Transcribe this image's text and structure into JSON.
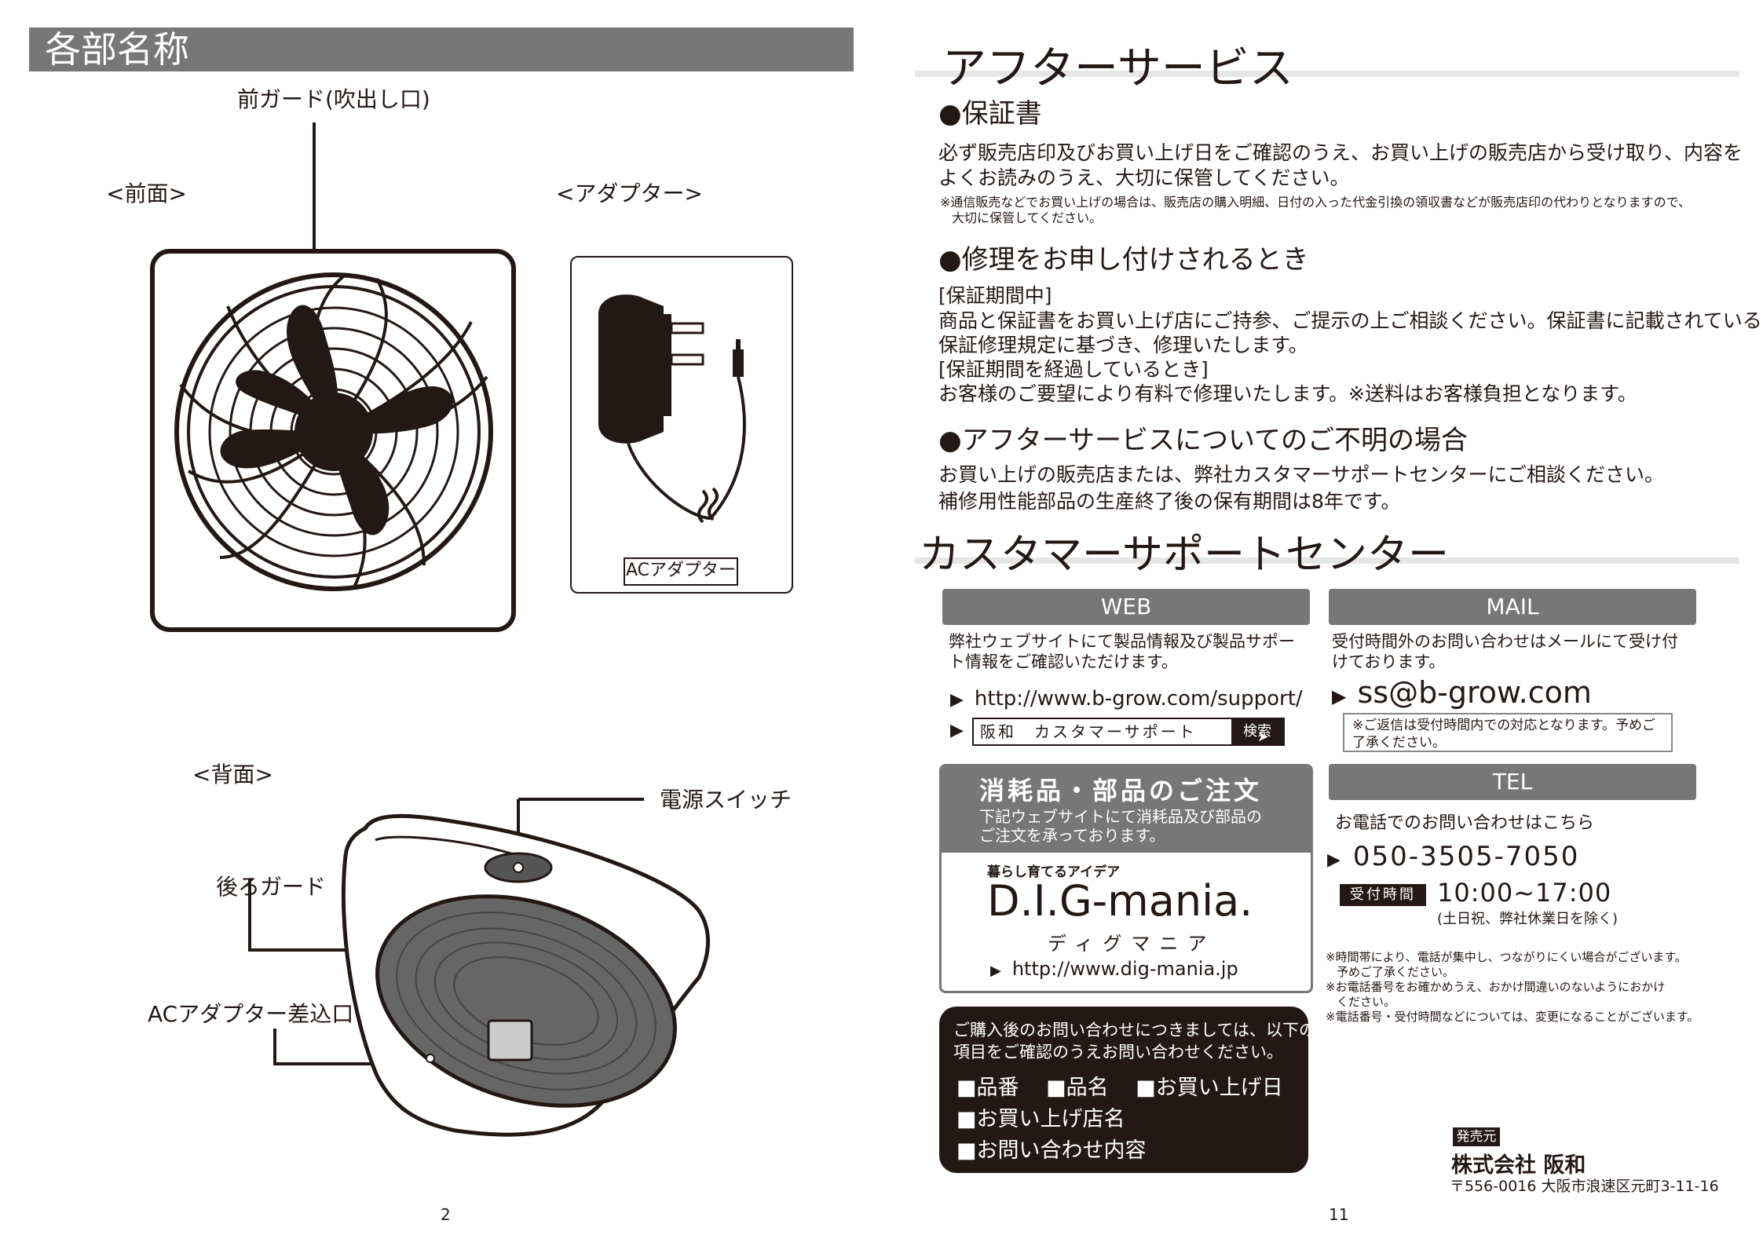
{
  "left": {
    "header": "各部名称",
    "front_guard": "前ガード(吹出し口)",
    "front_label": "<前面>",
    "adapter_label": "<アダプター>",
    "ac_adapter_tag": "ACアダプター",
    "back_label": "<背面>",
    "power_switch": "電源スイッチ",
    "rear_guard": "後ろガード",
    "ac_inlet": "ACアダプター差込口",
    "page_number": "2"
  },
  "right": {
    "after_service_title": "アフターサービス",
    "warranty": {
      "heading": "●保証書",
      "line1": "必ず販売店印及びお買い上げ日をご確認のうえ、お買い上げの販売店から受け取り、内容を",
      "line2": "よくお読みのうえ、大切に保管してください。",
      "note1": "※通信販売などでお買い上げの場合は、販売店の購入明細、日付の入った代金引換の領収書などが販売店印の代わりとなりますので、",
      "note2": "大切に保管してください。"
    },
    "repair": {
      "heading": "●修理をお申し付けされるとき",
      "l1": "[保証期間中]",
      "l2": "商品と保証書をお買い上げ店にご持参、ご提示の上ご相談ください。保証書に記載されている",
      "l3": "保証修理規定に基づき、修理いたします。",
      "l4": "[保証期間を経過しているとき]",
      "l5": "お客様のご要望により有料で修理いたします。※送料はお客様負担となります。"
    },
    "unclear": {
      "heading": "●アフターサービスについてのご不明の場合",
      "l1": "お買い上げの販売店または、弊社カスタマーサポートセンターにご相談ください。",
      "l2": "補修用性能部品の生産終了後の保有期間は8年です。"
    },
    "support_title": "カスタマーサポートセンター",
    "web": {
      "tab": "WEB",
      "desc1": "弊社ウェブサイトにて製品情報及び製品サポー",
      "desc2": "ト情報をご確認いただけます。",
      "url": "http://www.b-grow.com/support/",
      "search_text": "阪和　カスタマーサポート",
      "search_button": "検索"
    },
    "mail": {
      "tab": "MAIL",
      "desc1": "受付時間外のお問い合わせはメールにて受け付",
      "desc2": "けております。",
      "address": "ss@b-grow.com",
      "note1": "※ご返信は受付時間内での対応となります。予めご",
      "note2": "了承ください。"
    },
    "parts": {
      "title": "消耗品・部品のご注文",
      "desc1": "下記ウェブサイトにて消耗品及び部品の",
      "desc2": "ご注文を承っております。",
      "tagline": "暮らし育てるアイデア",
      "brand": "D.I.G-mania.",
      "brand_kana": "ディグマニア",
      "url": "http://www.dig-mania.jp"
    },
    "tel": {
      "tab": "TEL",
      "desc": "お電話でのお問い合わせはこちら",
      "number": "050-3505-7050",
      "hours_badge": "受付時間",
      "hours": "10:00~17:00",
      "hours_note": "(土日祝、弊社休業日を除く)",
      "n1": "※時間帯により、電話が集中し、つながりにくい場合がございます。",
      "n2": "予めご了承ください。",
      "n3": "※お電話番号をお確かめうえ、おかけ間違いのないようにおかけ",
      "n4": "ください。",
      "n5": "※電話番号・受付時間などについては、変更になることがございます。"
    },
    "inquiry": {
      "l1": "ご購入後のお問い合わせにつきましては、以下の",
      "l2": "項目をご確認のうえお問い合わせください。",
      "i1": "■品番",
      "i2": "■品名",
      "i3": "■お買い上げ日",
      "i4": "■お買い上げ店名",
      "i5": "■お問い合わせ内容"
    },
    "company": {
      "badge": "発売元",
      "name": "株式会社 阪和",
      "address": "〒556-0016 大阪市浪速区元町3-11-16"
    },
    "page_number": "11"
  }
}
